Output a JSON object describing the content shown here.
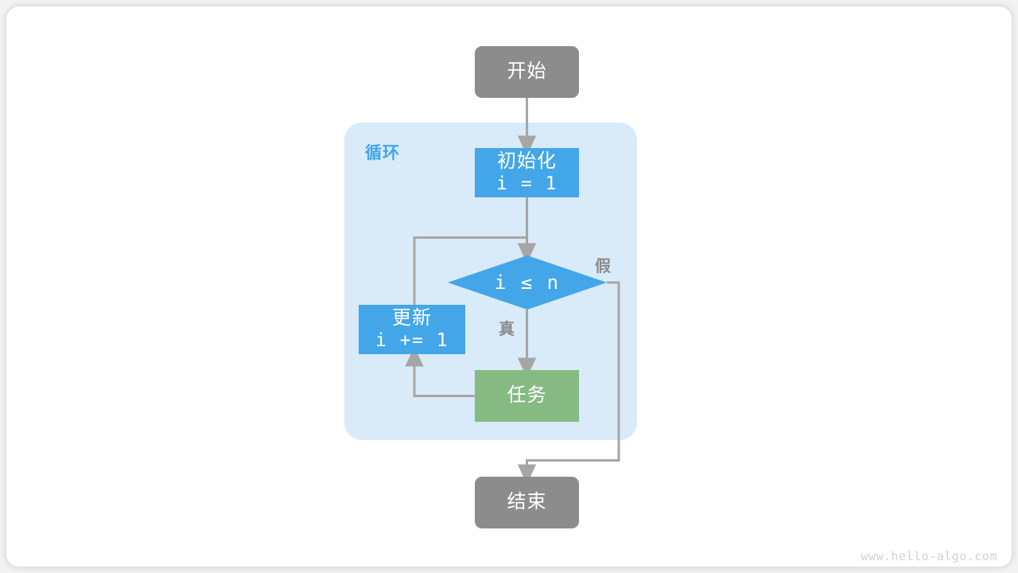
{
  "diagram": {
    "title": "for-loop-flowchart",
    "watermark": "www.hello-algo.com",
    "colors": {
      "terminal": "#8c8c8c",
      "process": "#43a6e8",
      "task": "#85bb82",
      "loop_background": "#d9eaf9",
      "edge": "#a6a6a6",
      "label": "#8c8c8c",
      "loop_label": "#43a6e8",
      "card": "#ffffff"
    },
    "loop_group": {
      "label": "循环"
    },
    "nodes": {
      "start": {
        "label": "开始",
        "shape": "terminal"
      },
      "init": {
        "line1": "初始化",
        "line2": "i = 1",
        "shape": "process"
      },
      "decision": {
        "label": "i ≤ n",
        "shape": "diamond"
      },
      "update": {
        "line1": "更新",
        "line2": "i += 1",
        "shape": "process"
      },
      "task": {
        "label": "任务",
        "shape": "process"
      },
      "end": {
        "label": "结束",
        "shape": "terminal"
      }
    },
    "edge_labels": {
      "true": "真",
      "false": "假"
    }
  }
}
